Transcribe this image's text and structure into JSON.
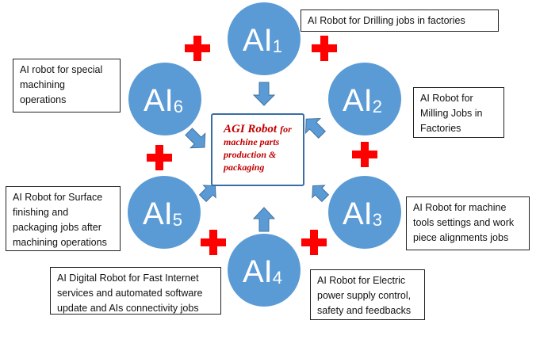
{
  "center": {
    "title": "AGI Robot",
    "title_suffix": "for",
    "lines": [
      "machine parts",
      "production &",
      "packaging"
    ]
  },
  "nodes": [
    {
      "label": "AI",
      "index": "1"
    },
    {
      "label": "AI",
      "index": "2"
    },
    {
      "label": "AI",
      "index": "3"
    },
    {
      "label": "AI",
      "index": "4"
    },
    {
      "label": "AI",
      "index": "5"
    },
    {
      "label": "AI",
      "index": "6"
    }
  ],
  "descriptions": {
    "ai1": "AI Robot for Drilling jobs in factories",
    "ai2": "AI Robot for\nMilling Jobs in\nFactories",
    "ai3": "AI Robot for machine\ntools settings and work\npiece alignments jobs",
    "ai4": "AI Robot for Electric\npower supply control,\nsafety and feedbacks",
    "ai4b": "AI Digital Robot for Fast Internet\nservices and automated software\nupdate and AIs connectivity jobs",
    "ai5": "AI Robot for Surface\nfinishing and\npackaging jobs after\nmachining operations",
    "ai6": "AI robot for special\nmachining\noperations"
  },
  "colors": {
    "circle": "#5b9bd5",
    "circle_text": "#ffffff",
    "arrow": "#5b9bd5",
    "arrow_stroke": "#41719c",
    "cross": "#ff0000",
    "center_text": "#c00000"
  }
}
